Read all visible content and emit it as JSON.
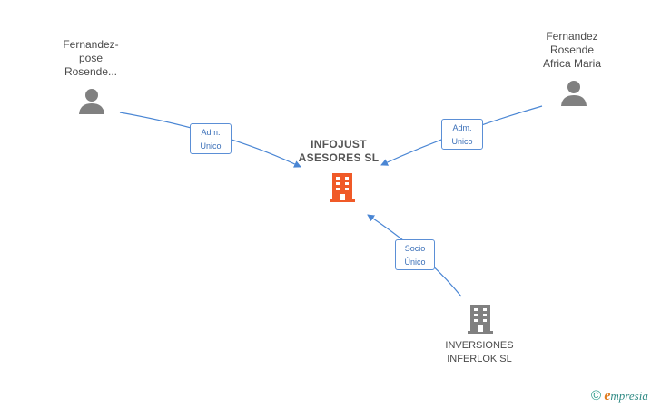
{
  "nodes": {
    "person_left": {
      "label": "Fernandez-\npose\nRosende...",
      "icon": "person-icon"
    },
    "person_right": {
      "label": "Fernandez\nRosende\nAfrica Maria",
      "icon": "person-icon"
    },
    "company_center": {
      "label": "INFOJUST\nASESORES SL",
      "icon": "building-icon"
    },
    "company_bottom": {
      "label": "INVERSIONES\nINFERLOK SL",
      "icon": "building-icon"
    }
  },
  "relations": {
    "left_to_center": "Adm.\nUnico",
    "right_to_center": "Adm.\nUnico",
    "bottom_to_center": "Socio\nÚnico"
  },
  "colors": {
    "edge": "#4a86d4",
    "person": "#808080",
    "building_main": "#f05a28",
    "building_other": "#808080"
  },
  "brand": {
    "copyright": "©",
    "initial": "e",
    "rest": "mpresia"
  }
}
